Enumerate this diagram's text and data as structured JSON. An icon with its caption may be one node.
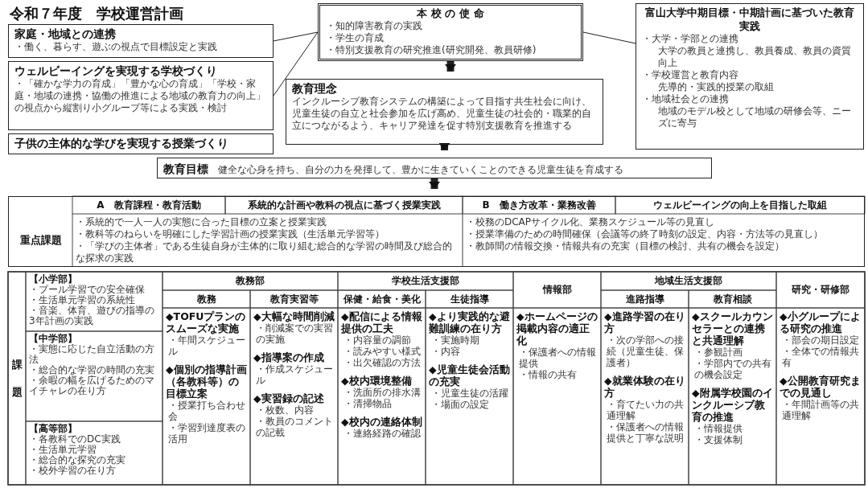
{
  "diagram": {
    "title": "令和７年度　学校運営計画",
    "nodes": [
      {
        "text": [
          "家庭・地域との連携",
          "・働く、暮らす、遊ぶの視点で目標設定と実践"
        ]
      },
      {
        "text": [
          "ウェルビーイングを実現する学校づくり",
          "・「確かな学力の育成」「豊かな心の育成」「学校・家庭・地域の連携・協働の推進による地域の教育力の向上」の視点から縦割り小グループ等による実践・検討"
        ]
      },
      {
        "text": [
          "子供の主体的な学びを実現する授業づくり"
        ]
      },
      {
        "text": [
          "本 校 の 使 命",
          "・知的障害教育の実践",
          "・学生の育成",
          "・特別支援教育の研究推進(研究開発、教員研修)"
        ]
      },
      {
        "text": [
          "教育理念",
          "インクルーシブ教育システムの構築によって目指す共生社会に向け、児童生徒の自立と社会参加を広げ高め、児童生徒の社会的・職業的自立につながるよう、キャリア発達を促す特別支援教育を推進する"
        ]
      },
      {
        "text": [
          "富山大学中期目標・中期計画に基づいた教育実践",
          "・大学・学部との連携",
          "大学の教員と連携し、教員養成、教員の資質向上",
          "・学校運営と教育内容",
          "先導的・実践的授業の取組",
          "・地域社会との連携",
          "地域のモデル校として地域の研修会等、ニーズに寄与"
        ]
      },
      {
        "text": [
          "教育目標",
          "健全な心身を持ち、自分の力を発揮して、豊かに生きていくことのできる児童生徒を育成する"
        ]
      },
      {
        "text": [
          "重点課題"
        ]
      }
    ],
    "edges": [
      {
        "from": 0,
        "to": 3,
        "arrow": "none"
      },
      {
        "from": 1,
        "to": 3,
        "arrow": "none"
      },
      {
        "from": 5,
        "to": 3,
        "arrow": "none"
      },
      {
        "from": 3,
        "to": 4,
        "arrow": "to",
        "style": "thick"
      },
      {
        "from": 4,
        "to": 6,
        "arrow": "to",
        "style": "thick"
      },
      {
        "from": 6,
        "to": 7,
        "arrow": "to",
        "style": "thick"
      }
    ],
    "labels": [
      "A　教育課程・教育活動",
      "系統的な計画や教科の視点に基づく授業実践",
      "B　働き方改革・業務改善",
      "ウェルビーイングの向上を目指した取組",
      "・系統的で一人一人の実態に合った目標の立案と授業実践",
      "・教科等のねらいを明確にした学習計画の授業実践（生活単元学習等）",
      "・「学びの主体者」である生徒自身が主体的に取り組む総合的な学習の時間及び総合的な探求の実践",
      "・校務のDCAPサイクル化、業務スケジュール等の見直し",
      "・授業準備のための時間確保（会議等の終了時刻の設定、内容・方法等の見直し）",
      "・教師間の情報交換・情報共有の充実（目標の検討、共有の機会を設定）",
      "課題",
      "教務部",
      "学校生活支援部",
      "情報部",
      "地域生活支援部",
      "研究・研修部",
      "教務",
      "教育実習等",
      "保健・給食・美化",
      "生徒指導",
      "進路指導",
      "教育相談",
      "【小学部】",
      "・プール学習での安全確保",
      "・生活単元学習の系統性",
      "・音楽、体育、遊びの指導の3年計画の実践",
      "【中学部】",
      "・実態に応じた自立活動の方法",
      "・総合的な学習の時間の充実",
      "・余暇の幅を広げるためのマイチャレの在り方",
      "【高等部】",
      "・各教科でのDC実践",
      "・生活単元学習",
      "・総合的な探究の充実",
      "・校外学習の在り方",
      "◆TOFUプランのスムーズな実施",
      "・年間スケジュール",
      "◆個別の指導計画（各教科等）の目標立案",
      "・授業打ち合わせ会",
      "・学習到達度表の活用",
      "◆大幅な時間削減",
      "・削減案での実習の実施",
      "◆指導案の作成",
      "・作成スケジュール",
      "◆実習録の記述",
      "・枚数、内容",
      "・教員のコメントの記載",
      "◆配信による情報提供の工夫",
      "・内容量の調節",
      "・読みやすい様式",
      "・出欠確認の方法",
      "◆校内環境整備",
      "・洗面所の排水溝",
      "・清掃物品",
      "◆校内の連絡体制",
      "・連絡経路の確認",
      "◆より実践的な避難訓練の在り方",
      "・実施時期",
      "・内容",
      "◆児童生徒会活動の充実",
      "・児童生徒の活躍",
      "・場面の設定",
      "◆ホームページの掲載内容の適正化",
      "・保護者への情報提供",
      "・情報の共有",
      "◆進路学習の在り方",
      "・次の学部への接続（児童生徒、保護者）",
      "◆就業体験の在り方",
      "・育てたい力の共通理解",
      "・保護者への情報提供と丁寧な説明",
      "◆スクールカウンセラーとの連携と共通理解",
      "・参観計画",
      "・学部内での共有の機会設定",
      "◆附属学校園のインクルーシブ教育の推進",
      "・情報提供",
      "・支援体制",
      "◆小グループによる研究の推進",
      "・部会の期日設定",
      "・全体での情報共有",
      "◆公開教育研究までの見通し",
      "・年間計画等の共通理解"
    ]
  }
}
